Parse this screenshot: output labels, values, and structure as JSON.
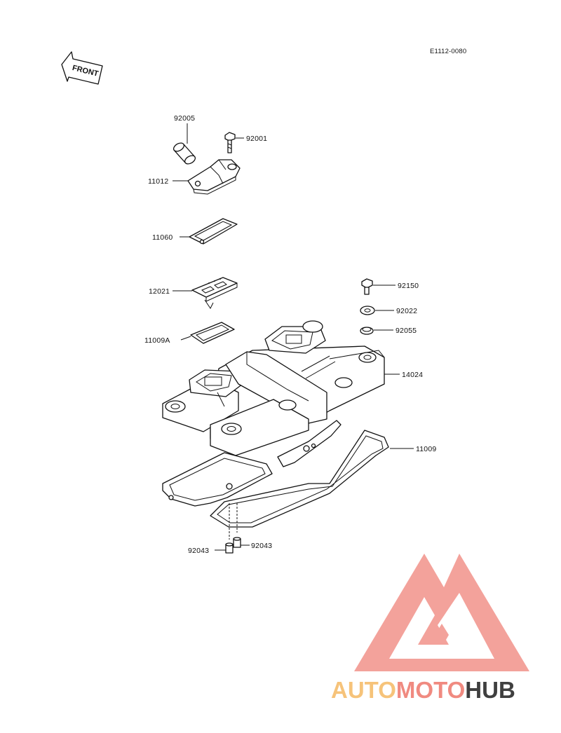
{
  "diagram": {
    "code": "E1112-0080",
    "front_label": "FRONT",
    "parts": {
      "p92005": "92005",
      "p92001": "92001",
      "p11012": "11012",
      "p11060": "11060",
      "p12021": "12021",
      "p11009A": "11009A",
      "p92150": "92150",
      "p92022": "92022",
      "p92055": "92055",
      "p14024": "14024",
      "p11009": "11009",
      "p92043a": "92043",
      "p92043b": "92043"
    }
  },
  "watermark": {
    "part1": "AUTO",
    "part2": "MOTO",
    "part3": "HUB",
    "colors": {
      "auto": "#f6c37a",
      "moto": "#f08a80",
      "hub": "#3f3f3f",
      "logo": "#f2928a"
    }
  }
}
